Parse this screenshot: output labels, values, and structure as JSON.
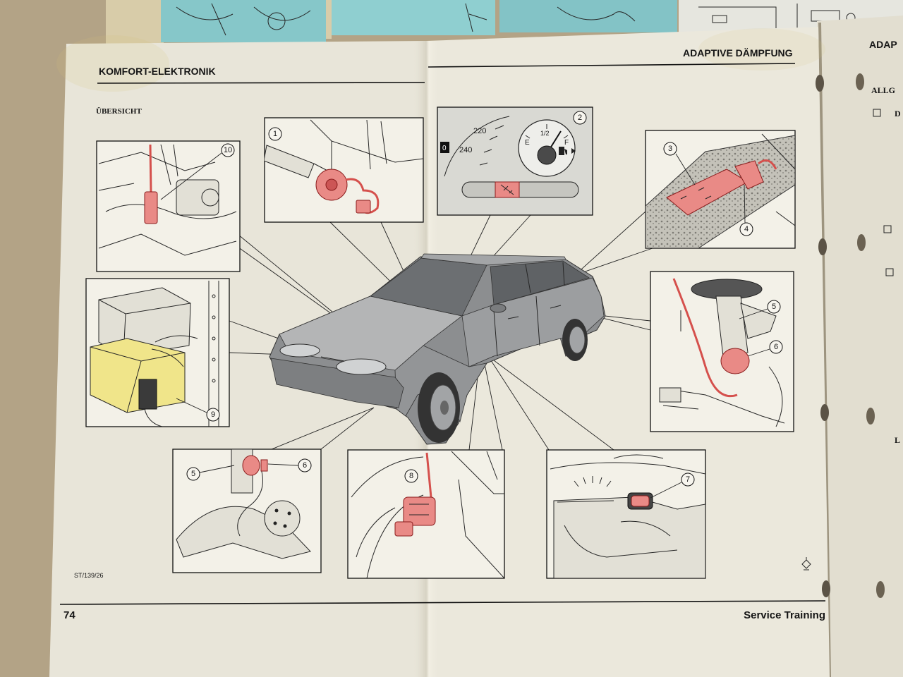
{
  "header": {
    "left_title": "KOMFORT-ELEKTRONIK",
    "right_title": "ADAPTIVE DÄMPFUNG"
  },
  "section_label": "ÜBERSICHT",
  "footer": {
    "page_number": "74",
    "series": "Service Training",
    "figure_code": "ST/139/26"
  },
  "callouts": [
    "10",
    "1",
    "2",
    "3",
    "4",
    "5",
    "6",
    "9",
    "5",
    "6",
    "8",
    "7"
  ],
  "gauge": {
    "speed_upper": "220",
    "speed_lower": "240",
    "odometer_digit": "0",
    "fuel_empty": "E",
    "fuel_half": "1/2",
    "fuel_full": "F"
  },
  "next_page": {
    "title": "ADAP",
    "heading": "ALLG",
    "bullet_letter": "D",
    "lower_letter": "L"
  },
  "icons": {
    "footer_symbol": "print-symbol-icon",
    "fuel_symbol": "fuel-pump-icon"
  },
  "colors": {
    "paper": "#e8e5d9",
    "highlight_red": "#e98a86",
    "module_yellow": "#f0e58a",
    "cover_teal": "#86c7c9"
  }
}
